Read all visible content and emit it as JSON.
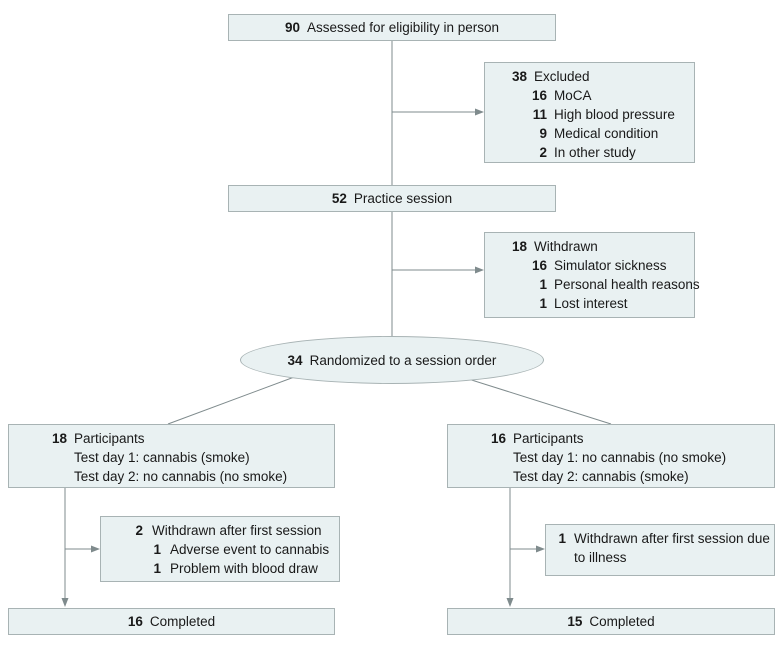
{
  "style": {
    "box_fill": "#e9f1f2",
    "box_border": "#a8b3b4",
    "line_color": "#7f8b8d",
    "text_color": "#191919"
  },
  "nodes": {
    "assessed": {
      "number": "90",
      "label": "Assessed for eligibility in person"
    },
    "excluded": {
      "number": "38",
      "label": "Excluded",
      "items": [
        {
          "number": "16",
          "label": "MoCA"
        },
        {
          "number": "11",
          "label": "High blood pressure"
        },
        {
          "number": "9",
          "label": "Medical condition"
        },
        {
          "number": "2",
          "label": "In other study"
        }
      ]
    },
    "practice": {
      "number": "52",
      "label": "Practice session"
    },
    "withdrawn_practice": {
      "number": "18",
      "label": "Withdrawn",
      "items": [
        {
          "number": "16",
          "label": "Simulator sickness"
        },
        {
          "number": "1",
          "label": "Personal health reasons"
        },
        {
          "number": "1",
          "label": "Lost interest"
        }
      ]
    },
    "randomized": {
      "number": "34",
      "label": "Randomized to a session order"
    },
    "group_left": {
      "number": "18",
      "label": "Participants",
      "lines": [
        "Test day 1: cannabis (smoke)",
        "Test day 2: no cannabis (no smoke)"
      ]
    },
    "group_right": {
      "number": "16",
      "label": "Participants",
      "lines": [
        "Test day 1: no cannabis (no smoke)",
        "Test day 2: cannabis (smoke)"
      ]
    },
    "withdrawn_left": {
      "number": "2",
      "label": "Withdrawn after first session",
      "items": [
        {
          "number": "1",
          "label": "Adverse event to cannabis"
        },
        {
          "number": "1",
          "label": "Problem with blood draw"
        }
      ]
    },
    "withdrawn_right": {
      "number": "1",
      "label": "Withdrawn after first session due",
      "continuation": "to illness"
    },
    "completed_left": {
      "number": "16",
      "label": "Completed"
    },
    "completed_right": {
      "number": "15",
      "label": "Completed"
    }
  }
}
